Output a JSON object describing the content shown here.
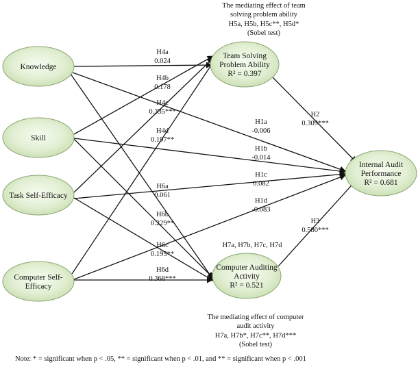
{
  "nodes": {
    "knowledge": {
      "lines": [
        "Knowledge"
      ]
    },
    "skill": {
      "lines": [
        "Skill"
      ]
    },
    "task_self_efficacy": {
      "lines": [
        "Task Self-Efficacy"
      ]
    },
    "computer_self_efficacy": {
      "lines": [
        "Computer Self-",
        "Efficacy"
      ]
    },
    "team_solving": {
      "lines": [
        "Team Solving",
        "Problem Ability",
        "R² = 0.397"
      ]
    },
    "computer_auditing": {
      "lines": [
        "Computer Auditing",
        "Activity",
        "R² = 0.521"
      ]
    },
    "internal_audit": {
      "lines": [
        "Internal Audit",
        "Performance",
        "R² = 0.681"
      ]
    }
  },
  "paths": [
    {
      "id": "h4a",
      "from": "knowledge",
      "to": "team_solving",
      "lines": [
        "H4a",
        "0.024"
      ]
    },
    {
      "id": "h4b",
      "from": "skill",
      "to": "team_solving",
      "lines": [
        "H4b",
        "0.178"
      ]
    },
    {
      "id": "h4c",
      "from": "task_self_efficacy",
      "to": "team_solving",
      "lines": [
        "H4c",
        "0.335***"
      ]
    },
    {
      "id": "h4d",
      "from": "computer_self_efficacy",
      "to": "team_solving",
      "lines": [
        "H4d",
        "0.197**"
      ]
    },
    {
      "id": "h1a",
      "from": "knowledge",
      "to": "internal_audit",
      "lines": [
        "H1a",
        "-0.006"
      ]
    },
    {
      "id": "h1b",
      "from": "skill",
      "to": "internal_audit",
      "lines": [
        "H1b",
        "-0.014"
      ]
    },
    {
      "id": "h1c",
      "from": "task_self_efficacy",
      "to": "internal_audit",
      "lines": [
        "H1c",
        "0.082"
      ]
    },
    {
      "id": "h1d",
      "from": "computer_self_efficacy",
      "to": "internal_audit",
      "lines": [
        "H1d",
        "-0.083"
      ]
    },
    {
      "id": "h6a",
      "from": "knowledge",
      "to": "computer_auditing",
      "lines": [
        "H6a",
        "0.061"
      ]
    },
    {
      "id": "h6b",
      "from": "skill",
      "to": "computer_auditing",
      "lines": [
        "H6b",
        "0.229**"
      ]
    },
    {
      "id": "h6c",
      "from": "task_self_efficacy",
      "to": "computer_auditing",
      "lines": [
        "H6c",
        "0.195**"
      ]
    },
    {
      "id": "h6d",
      "from": "computer_self_efficacy",
      "to": "computer_auditing",
      "lines": [
        "H6d",
        "0.368***"
      ]
    },
    {
      "id": "h2",
      "from": "team_solving",
      "to": "internal_audit",
      "lines": [
        "H2",
        "0.309***"
      ]
    },
    {
      "id": "h3",
      "from": "computer_auditing",
      "to": "internal_audit",
      "lines": [
        "H3",
        "0.580***"
      ]
    }
  ],
  "annotations": {
    "top_mediation": [
      "The mediating effect of team",
      "solving problem ability",
      "H5a, H5b, H5c**, H5d*",
      "(Sobel test)"
    ],
    "h7_header": [
      "H7a, H7b, H7c, H7d"
    ],
    "bottom_mediation": [
      "The mediating effect of computer",
      "audit activity",
      "H7a, H7b*, H7c**, H7d***",
      "(Sobel test)"
    ]
  },
  "note": "Note: * = significant when p < .05, ** = significant when p < .01, and ** = significant when p < .001"
}
